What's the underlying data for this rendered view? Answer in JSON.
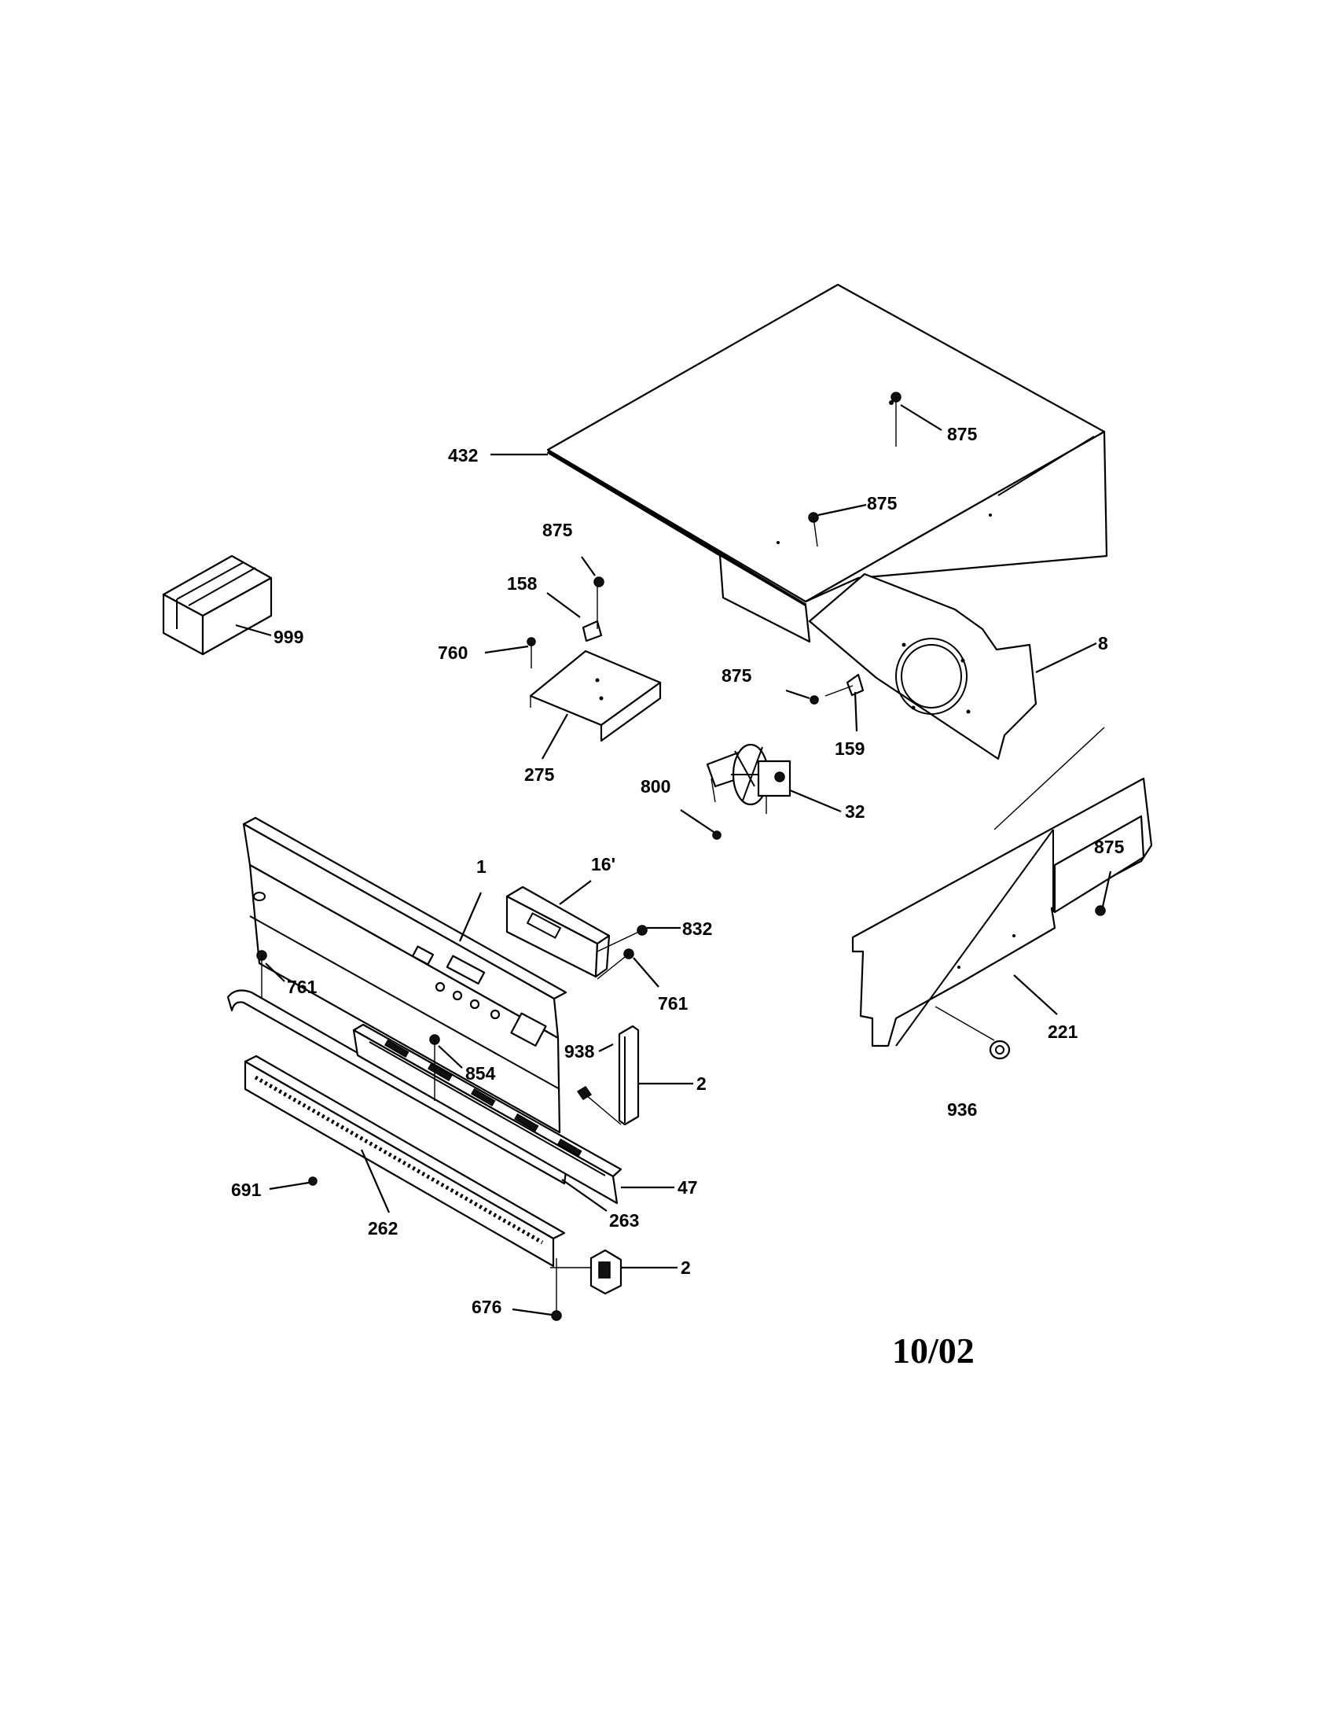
{
  "labels": {
    "p432": "432",
    "p875a": "875",
    "p875b": "875",
    "p875c": "875",
    "p875d": "875",
    "p875e": "875",
    "p158": "158",
    "p760": "760",
    "p275": "275",
    "p999": "999",
    "p8": "8",
    "p159": "159",
    "p800": "800",
    "p32": "32",
    "p1": "1",
    "p16": "16'",
    "p832": "832",
    "p761a": "761",
    "p761b": "761",
    "p938": "938",
    "p2a": "2",
    "p854": "854",
    "p47": "47",
    "p263": "263",
    "p691": "691",
    "p262": "262",
    "p2b": "2",
    "p676": "676",
    "p221": "221",
    "p936": "936"
  },
  "date_code": "10/02"
}
